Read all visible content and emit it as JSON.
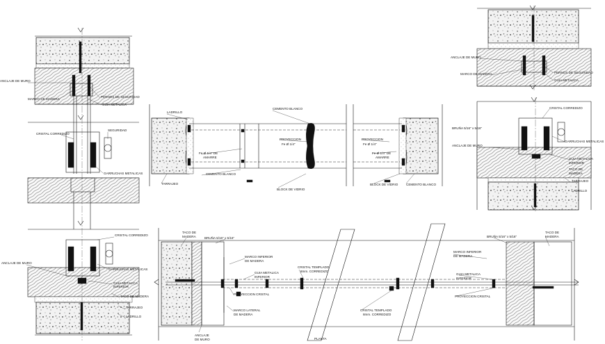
{
  "labels": {
    "ladrillo": "LADRILLO",
    "cemento_blanco": "CEMENTO BLANCO",
    "proyeccion": "PROYECCION",
    "fe": "Fe Ø 1/4\"",
    "fe_de": "Fe Ø 1/4\" DE",
    "amarre": "AMARRE",
    "tarrajeo": "TARRAJEO",
    "block_de_vidrio": "BLOCK DE VIDRIO",
    "anclaje_de_muro": "ANCLAJE DE MURO",
    "marco_de_madera": "MARCO DE MADERA",
    "pernos_de_seguridad": "PERNOS DE SEGURIDAD",
    "guia_metalica": "GUIA METALICA",
    "cristal_corredizo": "CRISTAL CORREDIZO",
    "seguridad": "SEGURIDAD",
    "garruchas_metalicas": "GARRUCHAS METALICAS",
    "guia_metalica_inferior": [
      "GUIA METALICA",
      "INFERIOR"
    ],
    "taco_de_madera": "TACO DE MADERA",
    "taco_de_madera_split": [
      "TACO DE",
      "MADERA"
    ],
    "bruna": "BRUÑA 5/16\" x 5/16\"",
    "marco_inferior": [
      "MARCO INFERIOR",
      "DE MADERA"
    ],
    "marco_lateral": [
      "MARCO LATERAL",
      "DE MADERA"
    ],
    "guia_metalica_inf": [
      "GUIA METALICA",
      "INFERIOR"
    ],
    "cristal_templado": [
      "CRISTAL TEMPLADO",
      "8mm. CORREDIZO"
    ],
    "proyeccion_cristal": "PROYECCION CRISTAL",
    "anclaje_split": [
      "ANCLAJE",
      "DE MURO"
    ],
    "caption": "PLANTA"
  },
  "icons": [
    "concrete-hatch",
    "wood-grain-hatch",
    "mortar-stipple",
    "break-line-symbol"
  ]
}
